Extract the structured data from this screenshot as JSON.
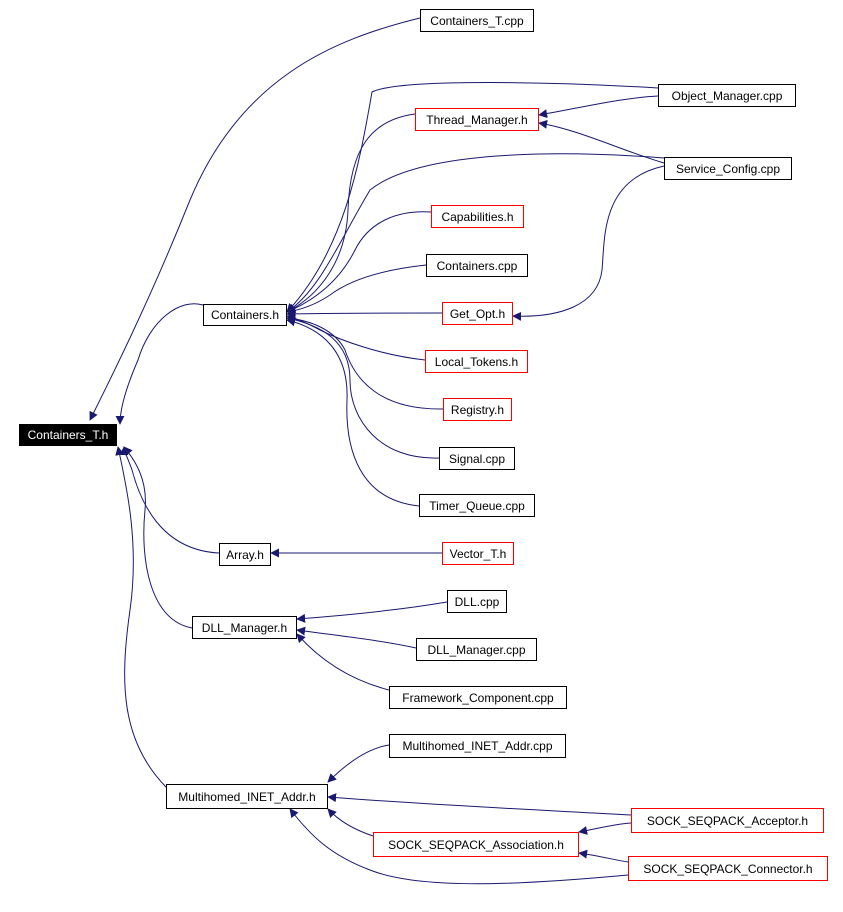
{
  "colors": {
    "edge": "#191970",
    "node_border": "#000000",
    "undocumented_border": "#ff0000",
    "root_fill": "#000000",
    "root_text": "#ffffff"
  },
  "nodes": {
    "containers_t_h": {
      "label": "Containers_T.h"
    },
    "containers_t_cpp": {
      "label": "Containers_T.cpp"
    },
    "containers_h": {
      "label": "Containers.h"
    },
    "object_manager_cpp": {
      "label": "Object_Manager.cpp"
    },
    "thread_manager_h": {
      "label": "Thread_Manager.h"
    },
    "service_config_cpp": {
      "label": "Service_Config.cpp"
    },
    "capabilities_h": {
      "label": "Capabilities.h"
    },
    "containers_cpp": {
      "label": "Containers.cpp"
    },
    "get_opt_h": {
      "label": "Get_Opt.h"
    },
    "local_tokens_h": {
      "label": "Local_Tokens.h"
    },
    "registry_h": {
      "label": "Registry.h"
    },
    "signal_cpp": {
      "label": "Signal.cpp"
    },
    "timer_queue_cpp": {
      "label": "Timer_Queue.cpp"
    },
    "array_h": {
      "label": "Array.h"
    },
    "vector_t_h": {
      "label": "Vector_T.h"
    },
    "dll_manager_h": {
      "label": "DLL_Manager.h"
    },
    "dll_cpp": {
      "label": "DLL.cpp"
    },
    "dll_manager_cpp": {
      "label": "DLL_Manager.cpp"
    },
    "framework_component_cpp": {
      "label": "Framework_Component.cpp"
    },
    "multihomed_inet_addr_h": {
      "label": "Multihomed_INET_Addr.h"
    },
    "multihomed_inet_addr_cpp": {
      "label": "Multihomed_INET_Addr.cpp"
    },
    "sock_seqpack_acceptor_h": {
      "label": "SOCK_SEQPACK_Acceptor.h"
    },
    "sock_seqpack_association_h": {
      "label": "SOCK_SEQPACK_Association.h"
    },
    "sock_seqpack_connector_h": {
      "label": "SOCK_SEQPACK_Connector.h"
    }
  },
  "edges": [
    {
      "from": "containers_t_cpp",
      "to": "containers_t_h"
    },
    {
      "from": "containers_h",
      "to": "containers_t_h"
    },
    {
      "from": "array_h",
      "to": "containers_t_h"
    },
    {
      "from": "dll_manager_h",
      "to": "containers_t_h"
    },
    {
      "from": "multihomed_inet_addr_h",
      "to": "containers_t_h"
    },
    {
      "from": "object_manager_cpp",
      "to": "containers_h"
    },
    {
      "from": "object_manager_cpp",
      "to": "thread_manager_h"
    },
    {
      "from": "thread_manager_h",
      "to": "containers_h"
    },
    {
      "from": "service_config_cpp",
      "to": "thread_manager_h"
    },
    {
      "from": "service_config_cpp",
      "to": "containers_h"
    },
    {
      "from": "service_config_cpp",
      "to": "get_opt_h"
    },
    {
      "from": "capabilities_h",
      "to": "containers_h"
    },
    {
      "from": "containers_cpp",
      "to": "containers_h"
    },
    {
      "from": "get_opt_h",
      "to": "containers_h"
    },
    {
      "from": "local_tokens_h",
      "to": "containers_h"
    },
    {
      "from": "registry_h",
      "to": "containers_h"
    },
    {
      "from": "signal_cpp",
      "to": "containers_h"
    },
    {
      "from": "timer_queue_cpp",
      "to": "containers_h"
    },
    {
      "from": "vector_t_h",
      "to": "array_h"
    },
    {
      "from": "dll_cpp",
      "to": "dll_manager_h"
    },
    {
      "from": "dll_manager_cpp",
      "to": "dll_manager_h"
    },
    {
      "from": "framework_component_cpp",
      "to": "dll_manager_h"
    },
    {
      "from": "multihomed_inet_addr_cpp",
      "to": "multihomed_inet_addr_h"
    },
    {
      "from": "sock_seqpack_acceptor_h",
      "to": "multihomed_inet_addr_h"
    },
    {
      "from": "sock_seqpack_acceptor_h",
      "to": "sock_seqpack_association_h"
    },
    {
      "from": "sock_seqpack_association_h",
      "to": "multihomed_inet_addr_h"
    },
    {
      "from": "sock_seqpack_connector_h",
      "to": "sock_seqpack_association_h"
    },
    {
      "from": "sock_seqpack_connector_h",
      "to": "multihomed_inet_addr_h"
    }
  ]
}
